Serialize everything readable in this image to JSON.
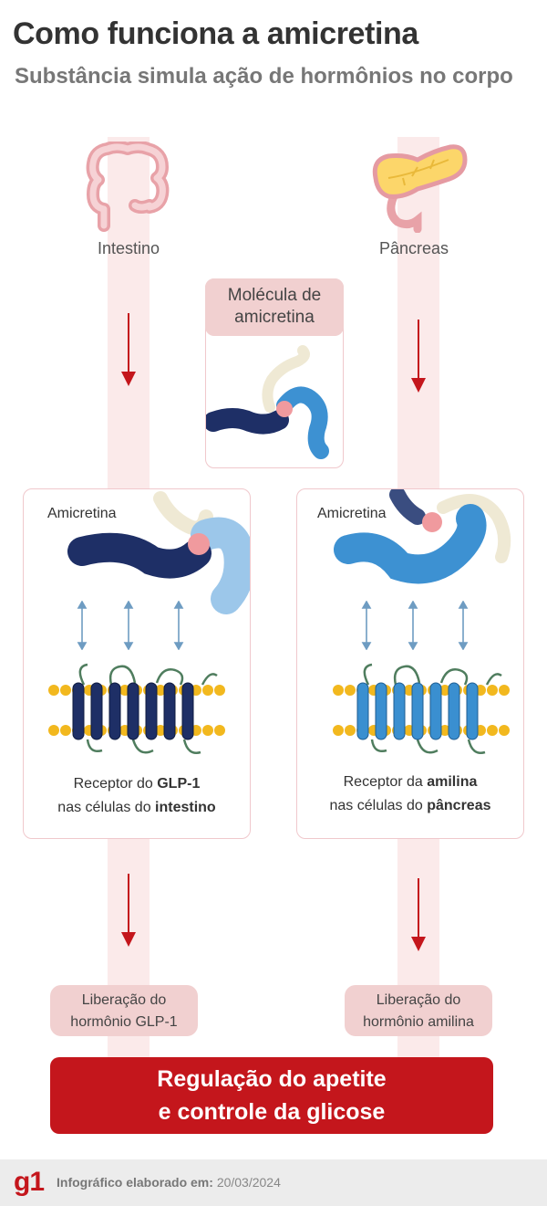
{
  "header": {
    "title": "Como funciona a amicretina",
    "subtitle": "Substância simula ação de hormônios no corpo"
  },
  "organs": {
    "left_label": "Intestino",
    "right_label": "Pâncreas"
  },
  "molecule": {
    "label_line1": "Molécula de",
    "label_line2": "amicretina"
  },
  "panels": {
    "left": {
      "label": "Amicretina",
      "caption_pre1": "Receptor do ",
      "caption_bold1": "GLP-1",
      "caption_pre2": "nas células do ",
      "caption_bold2": "intestino"
    },
    "right": {
      "label": "Amicretina",
      "caption_pre1": "Receptor da ",
      "caption_bold1": "amilina",
      "caption_pre2": "nas células do ",
      "caption_bold2": "pâncreas"
    }
  },
  "release": {
    "left_line1": "Liberação do",
    "left_line2": "hormônio GLP-1",
    "right_line1": "Liberação do",
    "right_line2": "hormônio amilina"
  },
  "result": {
    "line1": "Regulação do apetite",
    "line2": "e controle da glicose"
  },
  "footer": {
    "logo": "g1",
    "label": "Infográfico elaborado em:",
    "date": "20/03/2024"
  },
  "colors": {
    "accent_red": "#c4161c",
    "band_pink": "#fbeaea",
    "pill_pink": "#f1d0d0",
    "navy_receptor": "#1e2f66",
    "blue_receptor": "#3a8fd0",
    "lipid_yellow": "#f2b81e"
  },
  "icons": [
    "intestine-icon",
    "pancreas-icon",
    "down-arrow-icon",
    "double-arrow-icon"
  ]
}
